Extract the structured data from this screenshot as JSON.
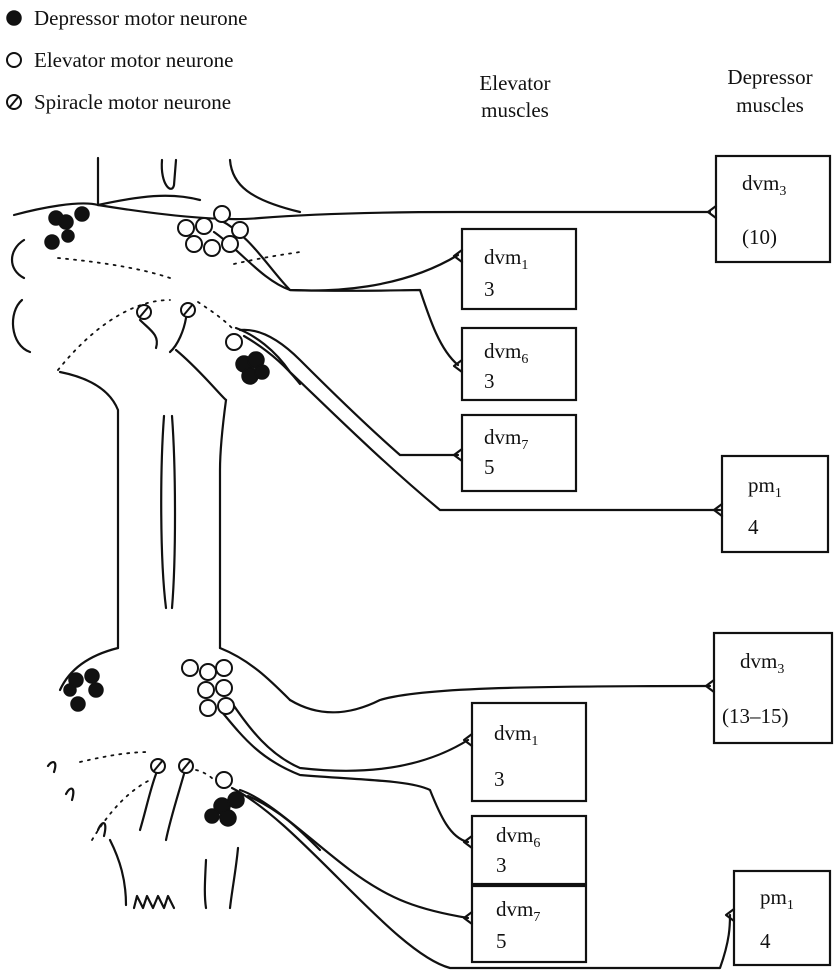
{
  "legend": {
    "depressor": "Depressor motor neurone",
    "elevator": "Elevator motor neurone",
    "spiracle": "Spiracle motor neurone"
  },
  "headers": {
    "elevator_1": "Elevator",
    "elevator_2": "muscles",
    "depressor_1": "Depressor",
    "depressor_2": "muscles"
  },
  "muscles": {
    "top_dvm3": {
      "name": "dvm",
      "sub": "3",
      "count": "(10)"
    },
    "top_dvm1": {
      "name": "dvm",
      "sub": "1",
      "count": "3"
    },
    "top_dvm6": {
      "name": "dvm",
      "sub": "6",
      "count": "3"
    },
    "top_dvm7": {
      "name": "dvm",
      "sub": "7",
      "count": "5"
    },
    "top_pm1": {
      "name": "pm",
      "sub": "1",
      "count": "4"
    },
    "bot_dvm3": {
      "name": "dvm",
      "sub": "3",
      "count": "(13–15)"
    },
    "bot_dvm1": {
      "name": "dvm",
      "sub": "1",
      "count": "3"
    },
    "bot_dvm6": {
      "name": "dvm",
      "sub": "6",
      "count": "3"
    },
    "bot_dvm7": {
      "name": "dvm",
      "sub": "7",
      "count": "5"
    },
    "bot_pm1": {
      "name": "pm",
      "sub": "1",
      "count": "4"
    }
  },
  "colors": {
    "ink": "#111111",
    "paper": "#ffffff"
  }
}
